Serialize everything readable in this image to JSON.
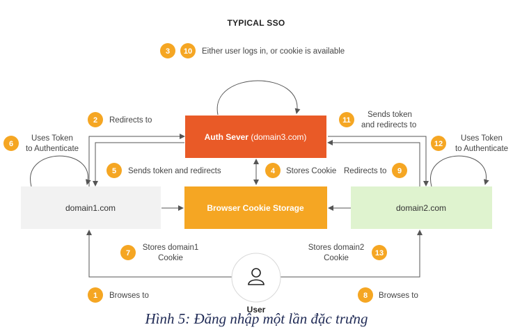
{
  "title": "TYPICAL SSO",
  "top_note": {
    "steps": [
      "3",
      "10"
    ],
    "text": "Either user logs in, or cookie is available"
  },
  "nodes": {
    "auth": {
      "label_bold": "Auth Sever",
      "label_rest": "(domain3.com)",
      "color": "#e95a27"
    },
    "storage": {
      "label": "Browser Cookie Storage",
      "color": "#f5a623"
    },
    "domain1": {
      "label": "domain1.com",
      "color": "#f2f2f2"
    },
    "domain2": {
      "label": "domain2.com",
      "color": "#dff3cf"
    },
    "user": {
      "label": "User"
    }
  },
  "steps": {
    "s1": {
      "num": "1",
      "text": "Browses to"
    },
    "s2": {
      "num": "2",
      "text": "Redirects to"
    },
    "s4": {
      "num": "4",
      "text": "Stores Cookie"
    },
    "s5": {
      "num": "5",
      "text": "Sends token and redirects"
    },
    "s6": {
      "num": "6",
      "line1": "Uses Token",
      "line2": "to Authenticate"
    },
    "s7": {
      "num": "7",
      "line1": "Stores domain1",
      "line2": "Cookie"
    },
    "s8": {
      "num": "8",
      "text": "Browses to"
    },
    "s9": {
      "num": "9",
      "text": "Redirects to"
    },
    "s11": {
      "num": "11",
      "line1": "Sends token",
      "line2": "and redirects to"
    },
    "s12": {
      "num": "12",
      "line1": "Uses Token",
      "line2": "to Authenticate"
    },
    "s13": {
      "num": "13",
      "line1": "Stores domain2",
      "line2": "Cookie"
    }
  },
  "badge_color": "#f5a623",
  "caption": "Hình 5: Đăng nhập một lần đặc trưng"
}
